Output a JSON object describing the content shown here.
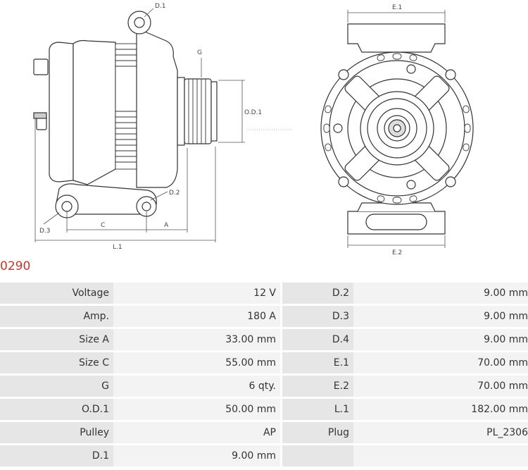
{
  "part_number": "0290",
  "drawing": {
    "labels": {
      "d1": "D.1",
      "g": "G",
      "od1": "O.D.1",
      "d2": "D.2",
      "d3": "D.3",
      "c": "C",
      "a": "A",
      "l1": "L.1",
      "e1": "E.1",
      "e2": "E.2"
    }
  },
  "specs": [
    {
      "k1": "Voltage",
      "v1": "12 V",
      "k2": "D.2",
      "v2": "9.00 mm"
    },
    {
      "k1": "Amp.",
      "v1": "180 A",
      "k2": "D.3",
      "v2": "9.00 mm"
    },
    {
      "k1": "Size A",
      "v1": "33.00 mm",
      "k2": "D.4",
      "v2": "9.00 mm"
    },
    {
      "k1": "Size C",
      "v1": "55.00 mm",
      "k2": "E.1",
      "v2": "70.00 mm"
    },
    {
      "k1": "G",
      "v1": "6 qty.",
      "k2": "E.2",
      "v2": "70.00 mm"
    },
    {
      "k1": "O.D.1",
      "v1": "50.00 mm",
      "k2": "L.1",
      "v2": "182.00 mm"
    },
    {
      "k1": "Pulley",
      "v1": "AP",
      "k2": "Plug",
      "v2": "PL_2306"
    },
    {
      "k1": "D.1",
      "v1": "9.00 mm",
      "k2": "",
      "v2": ""
    }
  ]
}
